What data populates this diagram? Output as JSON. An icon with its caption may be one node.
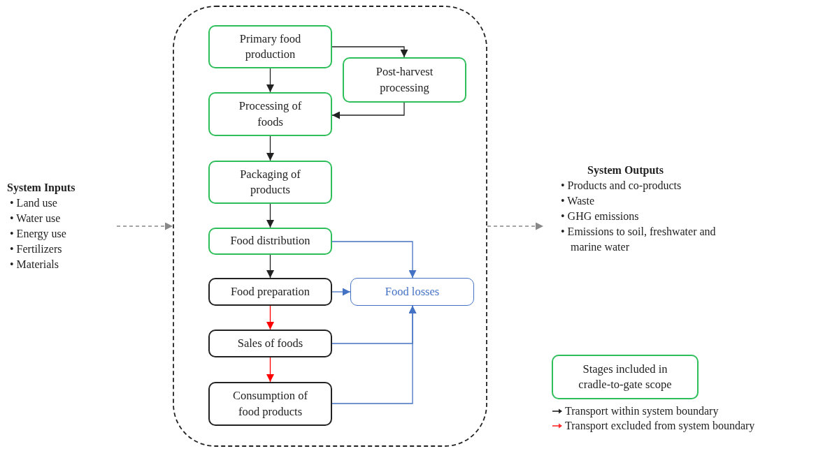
{
  "diagram": {
    "nodes": [
      {
        "text": [],
        "shape": "box"
      },
      {
        "text": [
          "Primary food production"
        ],
        "in": 0
      },
      {
        "text": [
          "Post-harvest processing"
        ],
        "in": 0
      },
      {
        "text": [
          "Processing of foods"
        ],
        "in": 0
      },
      {
        "text": [
          "Packaging of products"
        ],
        "in": 0
      },
      {
        "text": [
          "Food distribution"
        ],
        "in": 0
      },
      {
        "text": [
          "Food preparation"
        ],
        "in": 0
      },
      {
        "text": [
          "Food losses"
        ],
        "in": 0
      },
      {
        "text": [
          "Sales of foods"
        ],
        "in": 0
      },
      {
        "text": [
          "Consumption of food products"
        ],
        "in": 0
      },
      {
        "text": [
          "System Inputs",
          "• Land use",
          "• Water use",
          "• Energy use",
          "• Fertilizers",
          "• Materials"
        ]
      },
      {
        "text": [
          "System Outputs",
          "• Products and co-products",
          "• Waste",
          "• GHG emissions",
          "• Emissions to soil, freshwater and marine water"
        ]
      },
      {
        "text": [
          "Stages included in cradle-to-gate scope"
        ]
      }
    ],
    "edges": [
      {
        "from": 1,
        "to": 2,
        "arrow": "to"
      },
      {
        "from": 1,
        "to": 3,
        "arrow": "to"
      },
      {
        "from": 2,
        "to": 3,
        "arrow": "to"
      },
      {
        "from": 3,
        "to": 4,
        "arrow": "to"
      },
      {
        "from": 4,
        "to": 5,
        "arrow": "to"
      },
      {
        "from": 5,
        "to": 6,
        "arrow": "to"
      },
      {
        "from": 6,
        "to": 8,
        "arrow": "to",
        "color": "#ff0000"
      },
      {
        "from": 8,
        "to": 9,
        "arrow": "to",
        "color": "#ff0000"
      },
      {
        "from": 5,
        "to": 7,
        "arrow": "to",
        "color": "#4472c4"
      },
      {
        "from": 6,
        "to": 7,
        "arrow": "to",
        "color": "#4472c4"
      },
      {
        "from": 8,
        "to": 7,
        "arrow": "to",
        "color": "#4472c4"
      },
      {
        "from": 9,
        "to": 7,
        "arrow": "to",
        "color": "#4472c4"
      },
      {
        "from": 10,
        "to": 0,
        "arrow": "to",
        "style": "dashed",
        "color": "#888888"
      },
      {
        "from": 0,
        "to": 11,
        "arrow": "to",
        "style": "dashed",
        "color": "#888888"
      }
    ],
    "legend": [
      {
        "text": "Transport within system boundary"
      },
      {
        "text": "Transport excluded from system boundary"
      }
    ]
  }
}
